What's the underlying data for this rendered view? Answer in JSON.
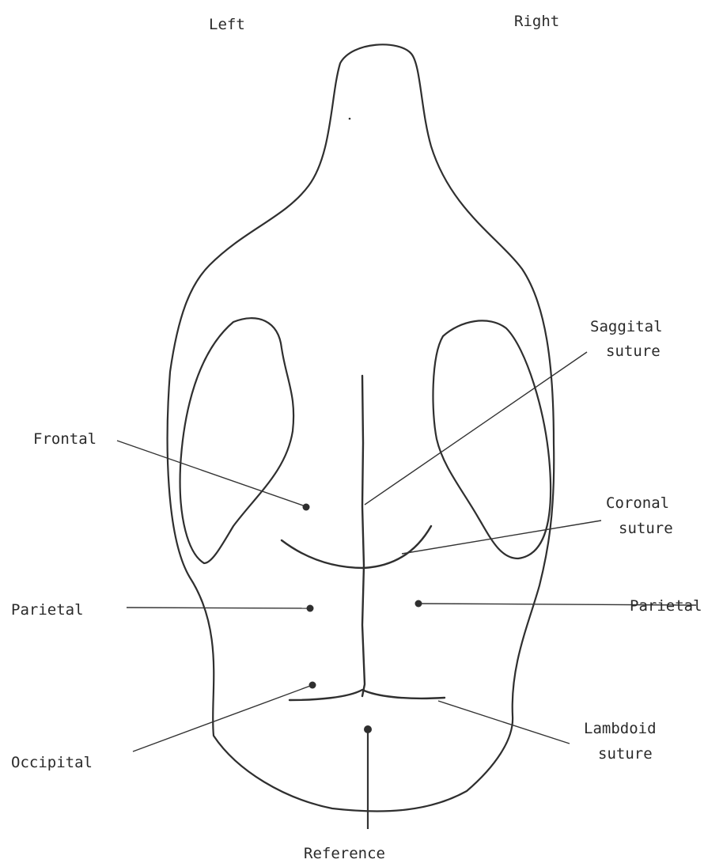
{
  "orientation": {
    "left": "Left",
    "right": "Right"
  },
  "labels": {
    "frontal": "Frontal",
    "saggital_line1": "Saggital",
    "saggital_line2": "suture",
    "coronal_line1": "Coronal",
    "coronal_line2": "suture",
    "parietal_left": "Parietal",
    "parietal_right": "Parietal",
    "occipital": "Occipital",
    "lambdoid_line1": "Lambdoid",
    "lambdoid_line2": "suture",
    "reference": "Reference"
  }
}
